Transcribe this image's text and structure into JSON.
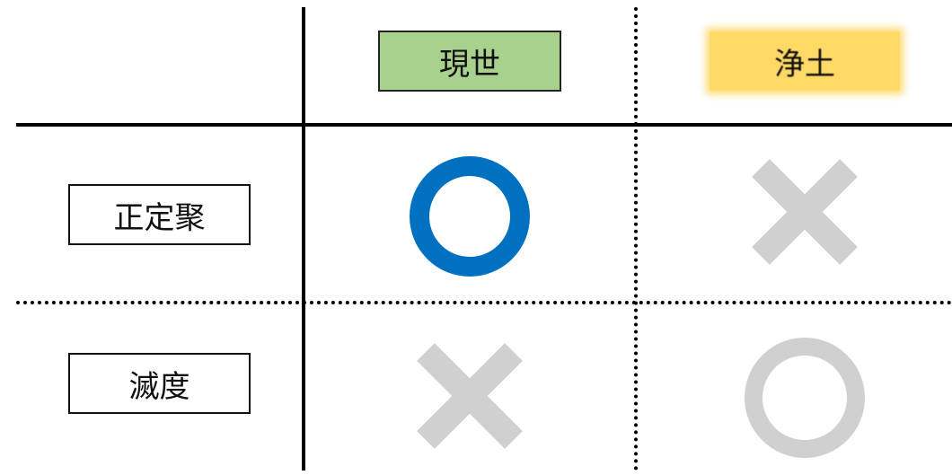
{
  "columns": [
    {
      "label": "現世",
      "color": "#a9d18e"
    },
    {
      "label": "浄土",
      "color": "#ffd966"
    }
  ],
  "rows": [
    {
      "label": "正定聚"
    },
    {
      "label": "滅度"
    }
  ],
  "cells": [
    [
      "circle-blue",
      "cross-gray"
    ],
    [
      "cross-gray",
      "circle-gray"
    ]
  ],
  "colors": {
    "circle_blue": "#0070c0",
    "mark_gray": "#d0d0d0"
  }
}
